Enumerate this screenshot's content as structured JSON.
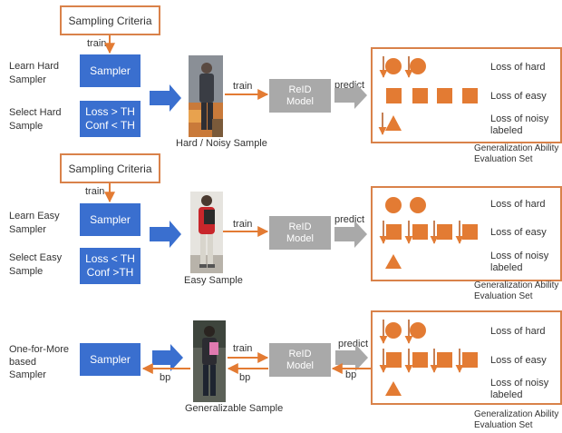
{
  "rows": [
    {
      "criteria": "Sampling Criteria",
      "criteria_train": "train",
      "learn_label": "Learn Hard\nSampler",
      "select_label": "Select Hard\nSample",
      "sampler": "Sampler",
      "threshold": [
        "Loss > TH",
        "Conf < TH"
      ],
      "train": "train",
      "model": "ReID\nModel",
      "predict": "predict",
      "sample_caption": "Hard / Noisy Sample",
      "loss_hard": "Loss of hard",
      "loss_easy": "Loss of easy",
      "loss_noisy": "Loss of noisy\nlabeled",
      "eval_caption": "Generalization Ability\nEvaluation Set"
    },
    {
      "criteria": "Sampling Criteria",
      "criteria_train": "train",
      "learn_label": "Learn Easy\nSampler",
      "select_label": "Select Easy\nSample",
      "sampler": "Sampler",
      "threshold": [
        "Loss < TH",
        "Conf >TH"
      ],
      "train": "train",
      "model": "ReID\nModel",
      "predict": "predict",
      "sample_caption": "Easy Sample",
      "loss_hard": "Loss of hard",
      "loss_easy": "Loss of easy",
      "loss_noisy": "Loss of noisy\nlabeled",
      "eval_caption": "Generalization Ability\nEvaluation Set"
    },
    {
      "learn_label": "One-for-More\nbased\nSampler",
      "sampler": "Sampler",
      "train": "train",
      "model": "ReID\nModel",
      "predict": "predict",
      "bp": "bp",
      "sample_caption": "Generalizable Sample",
      "loss_hard": "Loss of hard",
      "loss_easy": "Loss of easy",
      "loss_noisy": "Loss of noisy\nlabeled",
      "eval_caption": "Generalization Ability\nEvaluation Set"
    }
  ],
  "colors": {
    "orange": "#e37b33",
    "blue": "#3a6fcf",
    "gray": "#a9a9a9",
    "border": "#d9824a"
  }
}
